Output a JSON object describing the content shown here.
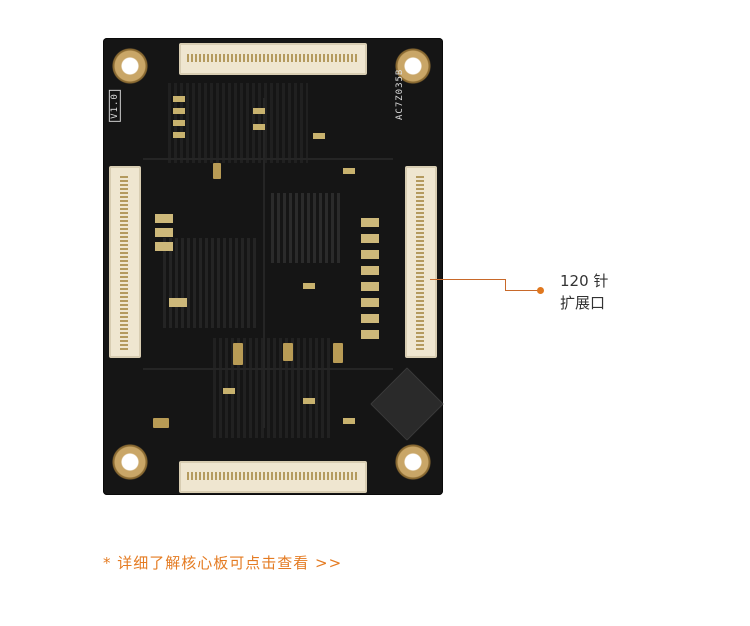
{
  "board": {
    "version_label": "V1.0",
    "model_label": "AC7Z035B"
  },
  "callout": {
    "line1": "120 针",
    "line2": "扩展口"
  },
  "footer": {
    "link_text": "* 详细了解核心板可点击查看 >>"
  },
  "colors": {
    "board": "#151515",
    "connector": "#efe6d0",
    "accent": "#e47b22"
  }
}
